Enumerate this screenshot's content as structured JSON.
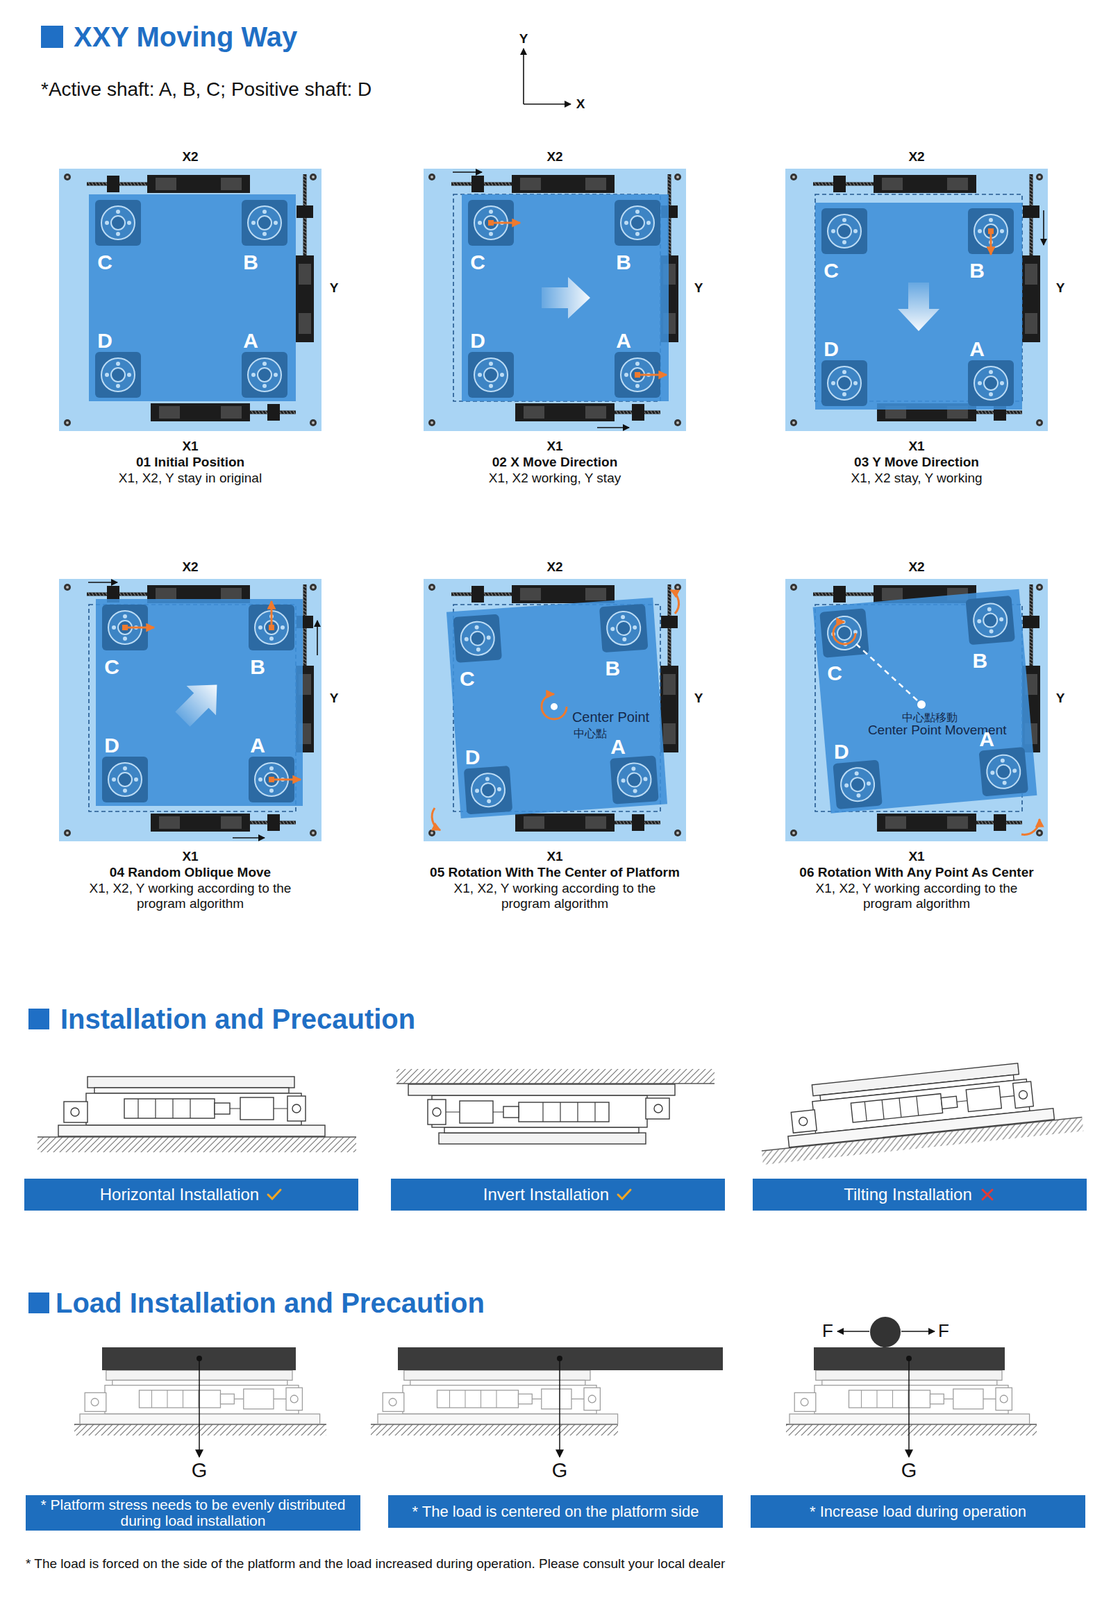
{
  "diagram": {
    "title": "XXY Moving Way",
    "nodes": [
      {
        "text": [
          "Horizontal Installation"
        ]
      },
      {
        "text": [
          "Invert Installation"
        ]
      },
      {
        "text": [
          "Tilting Installation"
        ]
      },
      {
        "text": [
          "* Platform stress needs to be evenly distributed during load installation"
        ]
      },
      {
        "text": [
          "* The load is centered on the platform side"
        ]
      },
      {
        "text": [
          "* Increase load during operation"
        ]
      }
    ],
    "labels": [
      "*Active shaft: A, B, C; Positive shaft: D",
      "Y",
      "X",
      "X2",
      "C",
      "B",
      "Y",
      "D",
      "A",
      "X1",
      "01 Initial Position",
      "X1, X2, Y stay in original",
      "X2",
      "C",
      "B",
      "Y",
      "D",
      "A",
      "X1",
      "02 X Move Direction",
      "X1, X2 working, Y stay",
      "X2",
      "C",
      "B",
      "Y",
      "D",
      "A",
      "X1",
      "03 Y Move Direction",
      "X1, X2 stay, Y working",
      "X2",
      "C",
      "B",
      "Y",
      "D",
      "A",
      "X1",
      "04 Random Oblique Move",
      "X1, X2, Y working according to the program algorithm",
      "X2",
      "C",
      "B",
      "Y",
      "Center Point",
      "中心點",
      "D",
      "A",
      "X1",
      "05 Rotation With The Center of Platform",
      "X1, X2, Y working according to the program algorithm",
      "X2",
      "C",
      "B",
      "Y",
      "中心點移動",
      "Center Point Movement",
      "D",
      "A",
      "X1",
      "06 Rotation With Any Point As Center",
      "X1, X2, Y working according to the program algorithm",
      "Installation and Precaution",
      "Load Installation and Precaution",
      "G",
      "G",
      "F",
      "F",
      "G",
      "* The load is forced on the side of the platform and the load increased during operation. Please consult your local dealer"
    ]
  }
}
